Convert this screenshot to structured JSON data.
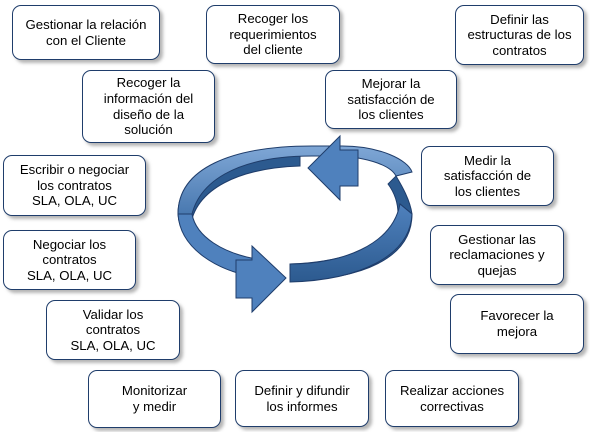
{
  "boxes": {
    "relacion_cliente": "Gestionar la relación\ncon el Cliente",
    "recoger_requerimientos": "Recoger los\nrequerimientos\ndel cliente",
    "definir_estructuras": "Definir las\nestructuras de los\ncontratos",
    "recoger_informacion": "Recoger la\ninformación del\ndiseño de la\nsolución",
    "mejorar_satisfaccion": "Mejorar la\nsatisfacción de\nlos clientes",
    "escribir_negociar": "Escribir o negociar\nlos contratos\nSLA, OLA, UC",
    "medir_satisfaccion": "Medir la\nsatisfacción de\nlos clientes",
    "negociar_contratos": "Negociar los\ncontratos\nSLA, OLA, UC",
    "gestionar_reclamaciones": "Gestionar las\nreclamaciones y\nquejas",
    "validar_contratos": "Validar los\ncontratos\nSLA, OLA, UC",
    "favorecer_mejora": "Favorecer la\nmejora",
    "monitorizar": "Monitorizar\ny medir",
    "definir_informes": "Definir y difundir\nlos informes",
    "acciones_correctivas": "Realizar acciones\ncorrectivas"
  },
  "colors": {
    "box_border": "#1f3d6b",
    "arrow_fill": "#4f81bd",
    "arrow_dark": "#2c5a8f",
    "arrow_light": "#7fa7d6"
  }
}
